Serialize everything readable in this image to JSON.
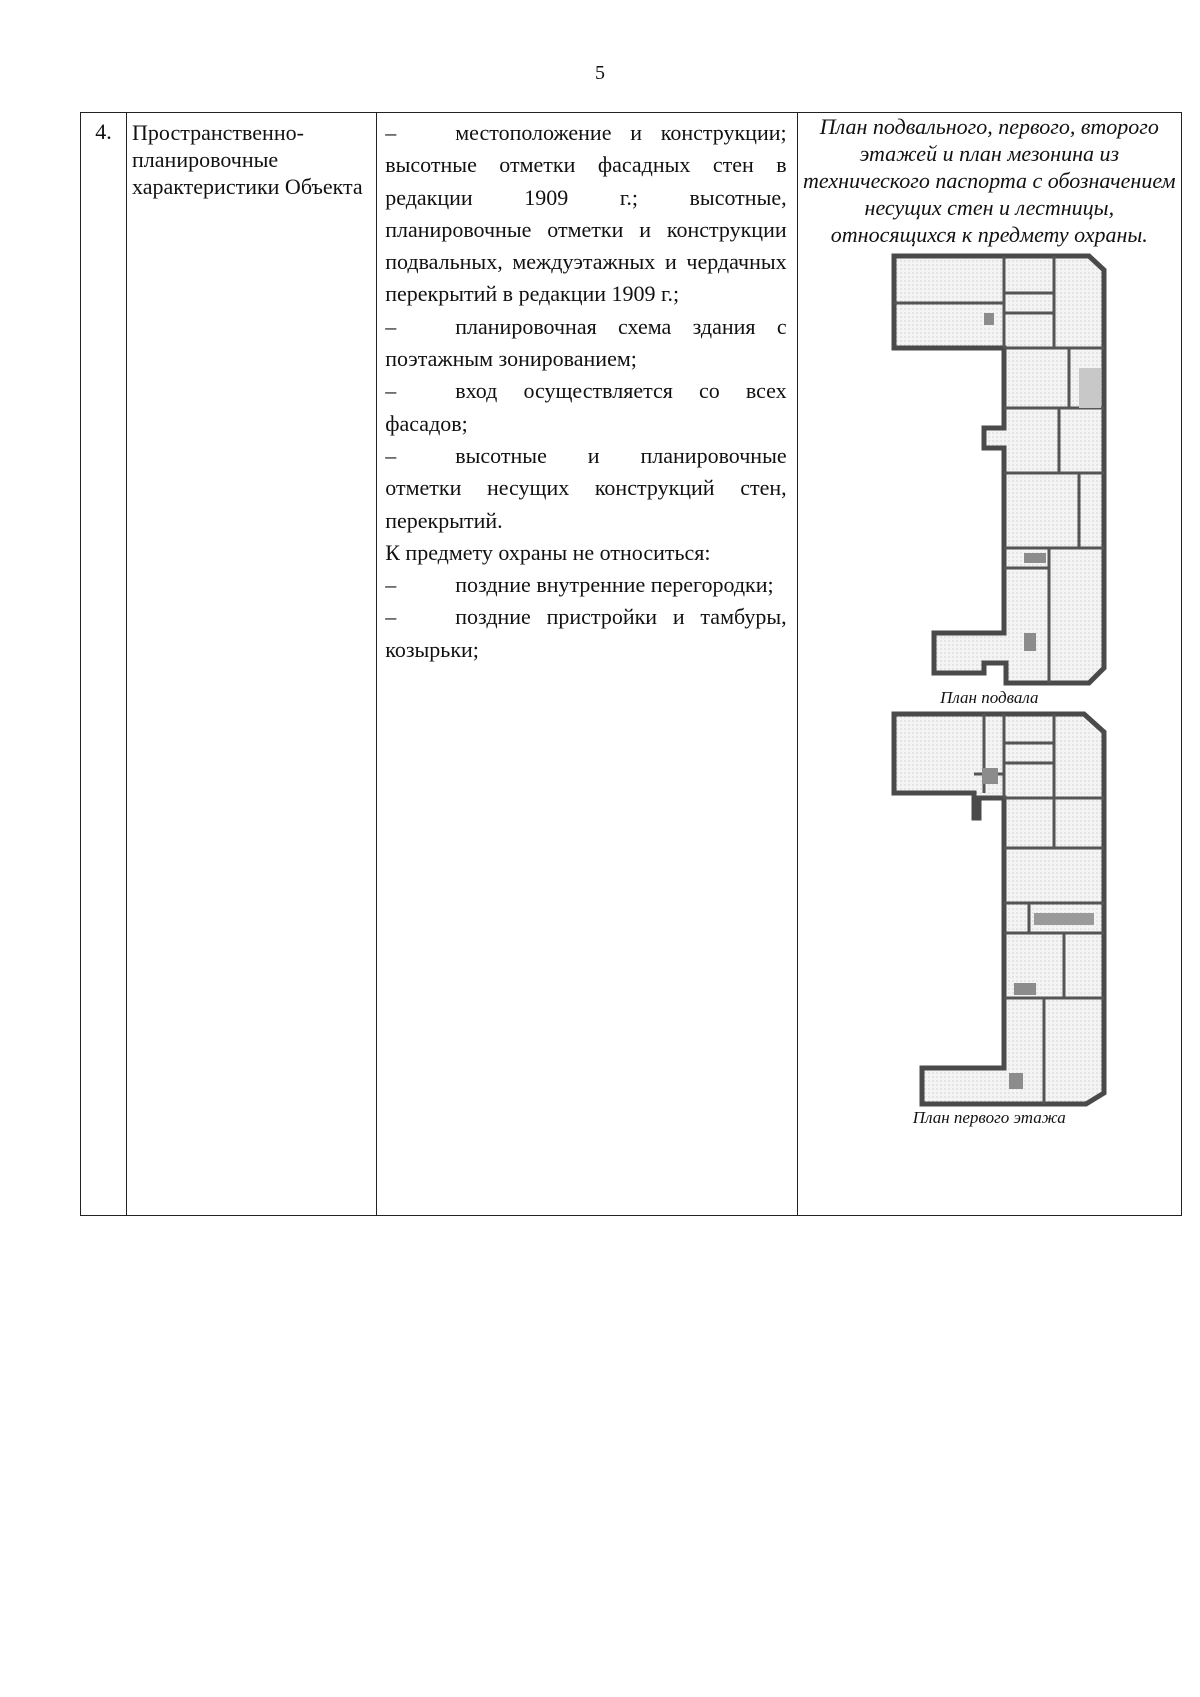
{
  "page": {
    "number": "5"
  },
  "row": {
    "index": "4.",
    "name": "Пространственно-планировочные характеристики Объекта",
    "items": [
      "местоположение и конструкции; высотные отметки фасадных стен в редакции 1909 г.; высотные, планировочные отметки и конструкции подвальных, междуэтажных и чердачных перекрытий в редакции 1909 г.;",
      "планировочная схема здания с поэтажным зонированием;",
      "вход осуществляется со всех фасадов;",
      "высотные и планировочные отметки несущих конструкций стен, перекрытий."
    ],
    "exclusion_heading": "К предмету охраны не относиться:",
    "exclusions": [
      "поздние внутренние перегородки;",
      "поздние пристройки и тамбуры, козырьки;"
    ],
    "dash": "–",
    "plan_caption": "План подвального, первого, второго этажей и план мезонина из технического паспорта с обозначением несущих стен и лестницы, относящихся к предмету охраны.",
    "plans": [
      {
        "label": "План подвала",
        "icon": "floor-plan"
      },
      {
        "label": "План первого этажа",
        "icon": "floor-plan"
      }
    ]
  },
  "colors": {
    "wall": "#4a4a4a",
    "stair": "#8c8c8c",
    "room_shade": "#e6e6e6"
  }
}
